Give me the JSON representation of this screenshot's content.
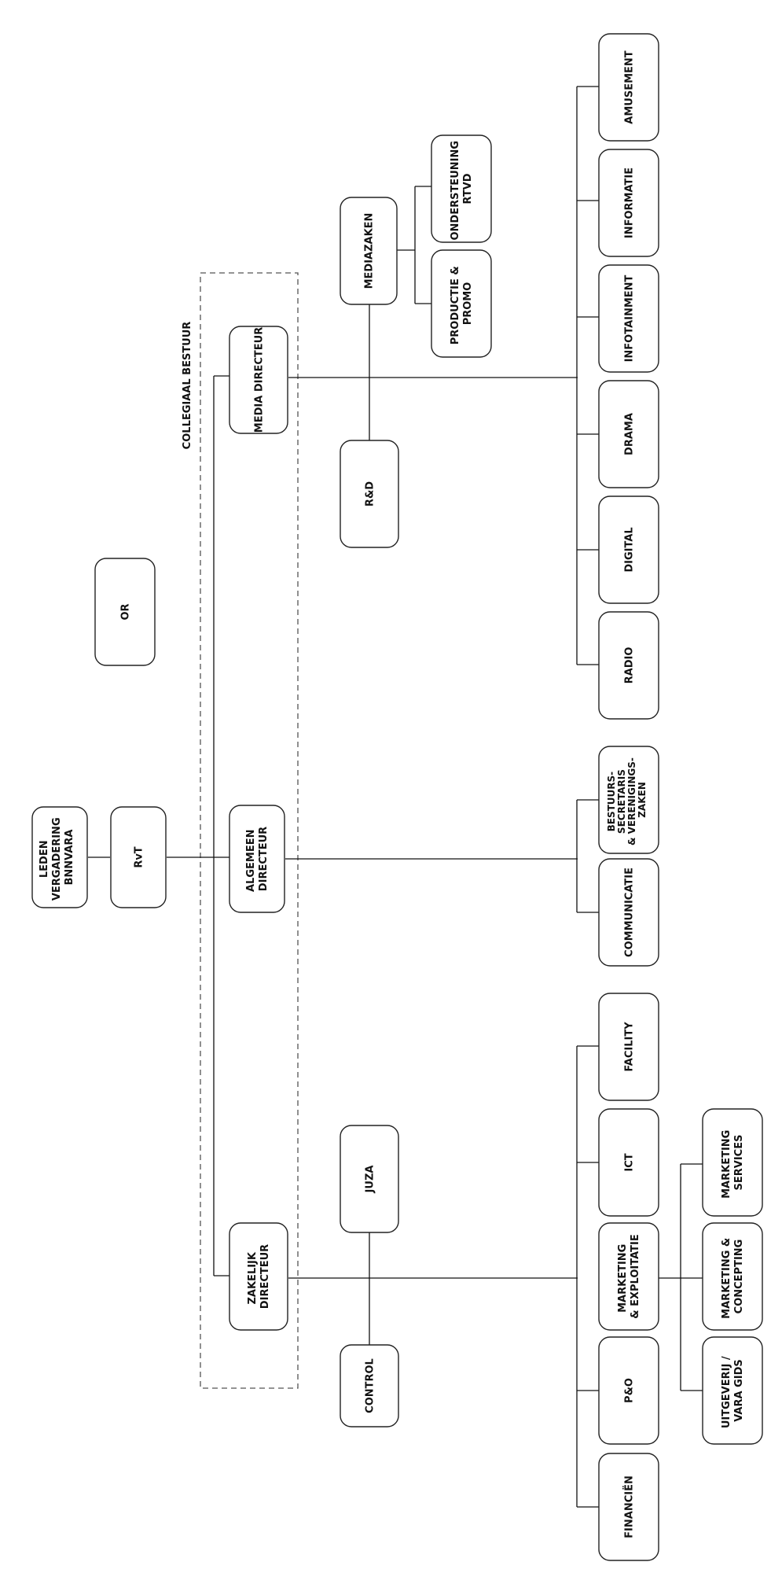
{
  "group_label": "COLLEGIAAL BESTUUR",
  "nodes": {
    "leden": [
      "LEDEN",
      "VERGADERING",
      "BNNVARA"
    ],
    "rvt": [
      "RvT"
    ],
    "or": [
      "OR"
    ],
    "algemeen": [
      "ALGEMEEN",
      "DIRECTEUR"
    ],
    "media_dir": [
      "MEDIA DIRECTEUR"
    ],
    "zakelijk": [
      "ZAKELIJK",
      "DIRECTEUR"
    ],
    "rd": [
      "R&D"
    ],
    "mediazaken": [
      "MEDIAZAKEN"
    ],
    "ondersteuning": [
      "ONDERSTEUNING",
      "RTVD"
    ],
    "productie": [
      "PRODUCTIE &",
      "PROMO"
    ],
    "amusement": [
      "AMUSEMENT"
    ],
    "informatie": [
      "INFORMATIE"
    ],
    "infotainment": [
      "INFOTAINMENT"
    ],
    "drama": [
      "DRAMA"
    ],
    "digital": [
      "DIGITAL"
    ],
    "radio": [
      "RADIO"
    ],
    "bestuurs": [
      "BESTUURS-",
      "SECRETARIS",
      "& VERENIGINGS-",
      "ZAKEN"
    ],
    "communicatie": [
      "COMMUNICATIE"
    ],
    "facility": [
      "FACILITY"
    ],
    "ict": [
      "ICT"
    ],
    "marketing_expl": [
      "MARKETING",
      "& EXPLOITATIE"
    ],
    "po": [
      "P&O"
    ],
    "financien": [
      "FINANCIËN"
    ],
    "juza": [
      "JUZA"
    ],
    "control": [
      "CONTROL"
    ],
    "marketing_services": [
      "MARKETING",
      "SERVICES"
    ],
    "marketing_concepting": [
      "MARKETING &",
      "CONCEPTING"
    ],
    "uitgeverij": [
      "UITGEVERIJ /",
      "VARA GIDS"
    ]
  }
}
